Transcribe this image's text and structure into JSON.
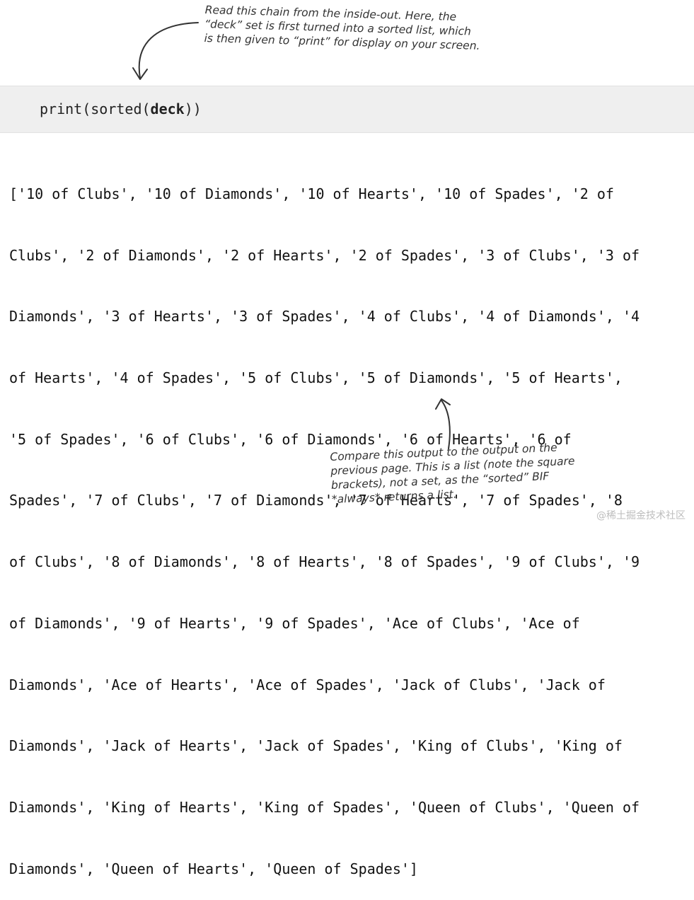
{
  "annotations": {
    "top": [
      "Read this chain from the inside-out. Here, the",
      "“deck” set is first turned into a sorted list, which",
      "is then given to “print” for display on your screen."
    ],
    "bottom": [
      "Compare this output to the output on the",
      "previous page. This is a list (note the square",
      "brackets), not a set, as the “sorted” BIF",
      "*always* returns a list."
    ]
  },
  "code": {
    "prefix": "print(sorted(",
    "argument": "deck",
    "suffix": "))"
  },
  "output_lines": [
    "['10 of Clubs', '10 of Diamonds', '10 of Hearts', '10 of Spades', '2 of",
    "Clubs', '2 of Diamonds', '2 of Hearts', '2 of Spades', '3 of Clubs', '3 of",
    "Diamonds', '3 of Hearts', '3 of Spades', '4 of Clubs', '4 of Diamonds', '4",
    "of Hearts', '4 of Spades', '5 of Clubs', '5 of Diamonds', '5 of Hearts',",
    "'5 of Spades', '6 of Clubs', '6 of Diamonds', '6 of Hearts', '6 of",
    "Spades', '7 of Clubs', '7 of Diamonds', '7 of Hearts', '7 of Spades', '8",
    "of Clubs', '8 of Diamonds', '8 of Hearts', '8 of Spades', '9 of Clubs', '9",
    "of Diamonds', '9 of Hearts', '9 of Spades', 'Ace of Clubs', 'Ace of",
    "Diamonds', 'Ace of Hearts', 'Ace of Spades', 'Jack of Clubs', 'Jack of",
    "Diamonds', 'Jack of Hearts', 'Jack of Spades', 'King of Clubs', 'King of",
    "Diamonds', 'King of Hearts', 'King of Spades', 'Queen of Clubs', 'Queen of",
    "Diamonds', 'Queen of Hearts', 'Queen of Spades']"
  ],
  "watermark": "@稀土掘金技术社区"
}
